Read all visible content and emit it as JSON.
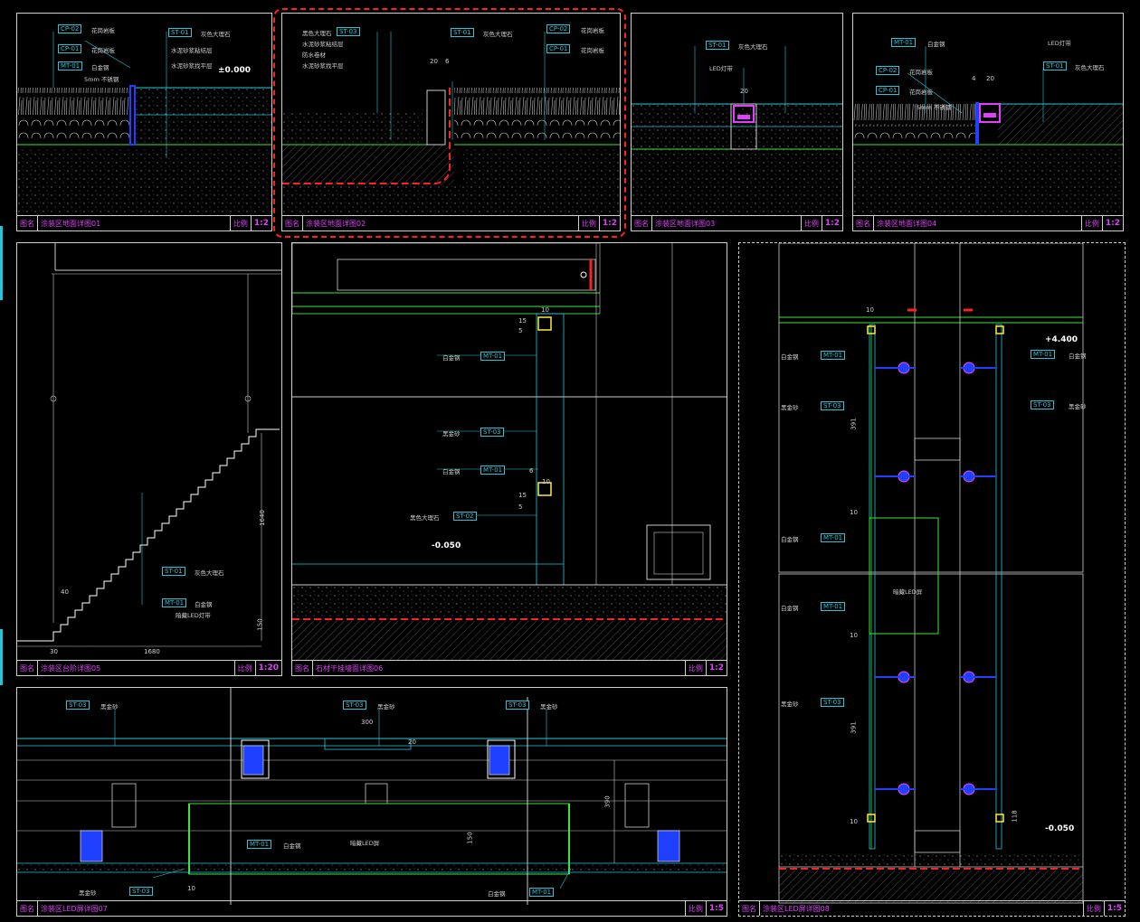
{
  "frame_color": "#cfcfcf",
  "colors": {
    "cyan": "#26c6da",
    "green": "#39e639",
    "magenta": "#e040fb",
    "red": "#ff2020",
    "blue": "#2040ff",
    "yellow": "#ffeb3b"
  },
  "label_prefix": "图名",
  "scale_prefix": "比例",
  "panels": {
    "p01": {
      "title": "涂装区地面详图01",
      "scale": "1:2",
      "tags": [
        "CP-02",
        "CP-01",
        "MT-01",
        "ST-01"
      ],
      "notes": [
        "花岗岩板",
        "花岗岩板",
        "白金钢",
        "5mm 不锈钢",
        "灰色大理石",
        "水泥砂浆粘结层",
        "水泥砂浆找平层"
      ],
      "level": "±0.000"
    },
    "p02": {
      "title": "涂装区地面详图02",
      "scale": "1:2",
      "tags": [
        "ST-03",
        "ST-01",
        "CP-02",
        "CP-01"
      ],
      "notes": [
        "黑色大理石",
        "水泥砂浆粘结层",
        "防水卷材",
        "水泥砂浆找平层",
        "灰色大理石",
        "花岗岩板",
        "花岗岩板"
      ],
      "dims": [
        "20",
        "6"
      ]
    },
    "p03": {
      "title": "涂装区地面详图03",
      "scale": "1:2",
      "tags": [
        "ST-01"
      ],
      "notes": [
        "灰色大理石",
        "LED灯带"
      ],
      "dims": [
        "20"
      ]
    },
    "p04": {
      "title": "涂装区地面详图04",
      "scale": "1:2",
      "tags": [
        "MT-01",
        "CP-02",
        "CP-01",
        "ST-01"
      ],
      "notes": [
        "白金钢",
        "LED灯带",
        "花岗岩板",
        "花岗岩板",
        "5mm 不锈钢",
        "灰色大理石"
      ],
      "dims": [
        "4",
        "20"
      ]
    },
    "p05": {
      "title": "涂装区台阶详图05",
      "scale": "1:20",
      "tags": [
        "ST-01",
        "MT-01"
      ],
      "notes": [
        "灰色大理石",
        "白金钢",
        "暗藏LED灯带"
      ],
      "dims": [
        "40",
        "1680",
        "1640",
        "150",
        "30"
      ]
    },
    "p06": {
      "title": "石材干挂墙面详图06",
      "scale": "1:2",
      "tags": [
        "MT-01",
        "ST-03",
        "MT-01",
        "ST-02"
      ],
      "notes": [
        "白金钢",
        "黑金砂",
        "白金钢",
        "黑色大理石"
      ],
      "level": "-0.050",
      "dims": [
        "10",
        "5",
        "15",
        "6",
        "10",
        "15",
        "5"
      ]
    },
    "p07": {
      "title": "涂装区LED屏详图07",
      "scale": "1:5",
      "tags": [
        "ST-03",
        "ST-03",
        "MT-01",
        "ST-03",
        "MT-01",
        "ST-03"
      ],
      "notes": [
        "黑金砂",
        "黑金砂",
        "白金钢",
        "暗藏LED屏",
        "黑金砂",
        "白金钢",
        "黑金砂"
      ],
      "dims": [
        "300",
        "390",
        "150",
        "10",
        "20"
      ]
    },
    "p08": {
      "title": "涂装区LED屏详图08",
      "scale": "1:5",
      "tags": [
        "MT-01",
        "ST-03",
        "MT-01",
        "MT-01",
        "ST-03",
        "MT-01",
        "ST-03"
      ],
      "notes": [
        "白金钢",
        "黑金砂",
        "白金钢",
        "暗藏LED屏",
        "白金钢",
        "黑金砂",
        "白金钢",
        "黑金砂"
      ],
      "levels": [
        "+4.400",
        "-0.050"
      ],
      "dims": [
        "10",
        "391",
        "10",
        "391",
        "10",
        "118",
        "10"
      ]
    }
  }
}
